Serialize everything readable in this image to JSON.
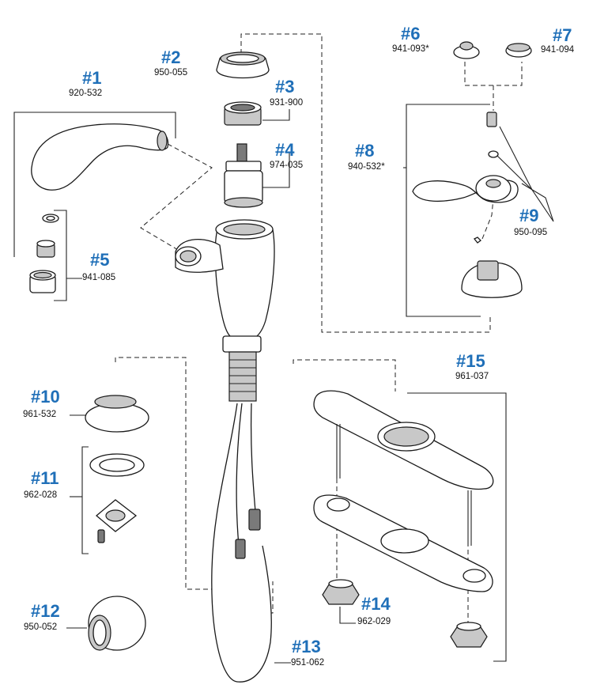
{
  "colors": {
    "callout": "#1f6fb8",
    "line": "#222222"
  },
  "callouts": [
    {
      "id": "1",
      "num": "#1",
      "part": "920-532"
    },
    {
      "id": "2",
      "num": "#2",
      "part": "950-055"
    },
    {
      "id": "3",
      "num": "#3",
      "part": "931-900"
    },
    {
      "id": "4",
      "num": "#4",
      "part": "974-035"
    },
    {
      "id": "5",
      "num": "#5",
      "part": "941-085"
    },
    {
      "id": "6",
      "num": "#6",
      "part": "941-093*"
    },
    {
      "id": "7",
      "num": "#7",
      "part": "941-094"
    },
    {
      "id": "8",
      "num": "#8",
      "part": "940-532*"
    },
    {
      "id": "9",
      "num": "#9",
      "part": "950-095"
    },
    {
      "id": "10",
      "num": "#10",
      "part": "961-532"
    },
    {
      "id": "11",
      "num": "#11",
      "part": "962-028"
    },
    {
      "id": "12",
      "num": "#12",
      "part": "950-052"
    },
    {
      "id": "13",
      "num": "#13",
      "part": "951-062"
    },
    {
      "id": "14",
      "num": "#14",
      "part": "962-029"
    },
    {
      "id": "15",
      "num": "#15",
      "part": "961-037"
    }
  ]
}
